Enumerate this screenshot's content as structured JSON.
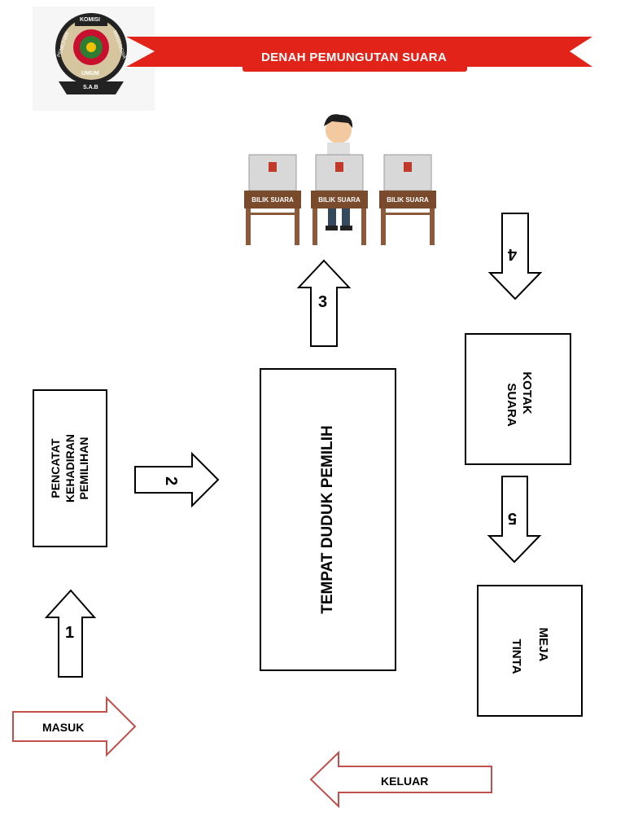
{
  "header": {
    "title": "DENAH PEMUNGUTAN SUARA",
    "banner_color": "#e2231a",
    "logo": {
      "icon": "komisi-pemilihan-umum-mahasiswa-seal",
      "text_komisi": "KOMISI",
      "text_pemilihan": "PEMILIHAN",
      "text_mahasiswa": "MAHASISWA",
      "text_umum": "UMUM",
      "text_sab": "S.A.B"
    }
  },
  "booths": [
    {
      "label": "BILIK SUARA"
    },
    {
      "label": "BILIK SUARA"
    },
    {
      "label": "BILIK SUARA"
    }
  ],
  "stations": {
    "pencatat": {
      "line1": "PENCATAT",
      "line2": "KEHADIRAN",
      "line3": "PEMILIHAN"
    },
    "tempat_duduk": "TEMPAT DUDUK PEMILIH",
    "kotak": {
      "line1": "KOTAK",
      "line2": "SUARA"
    },
    "meja": {
      "line1": "MEJA",
      "line2": "TINTA"
    }
  },
  "steps": {
    "s1": "1",
    "s2": "2",
    "s3": "3",
    "s4": "4",
    "s5": "5"
  },
  "flow": {
    "entry": "MASUK",
    "exit": "KELUAR",
    "flow_color": "#c0504d"
  }
}
